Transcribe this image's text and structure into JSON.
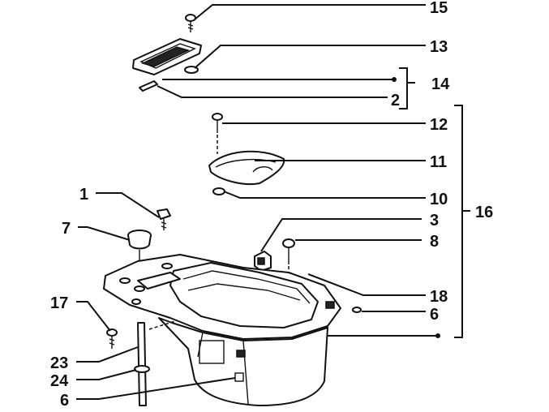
{
  "callouts": {
    "c15": "15",
    "c13": "13",
    "c14": "14",
    "c2": "2",
    "c12": "12",
    "c11": "11",
    "c10": "10",
    "c16": "16",
    "c1": "1",
    "c7": "7",
    "c3": "3",
    "c8": "8",
    "c18": "18",
    "c6_right": "6",
    "c17": "17",
    "c23": "23",
    "c24": "24",
    "c6_bottom": "6"
  }
}
